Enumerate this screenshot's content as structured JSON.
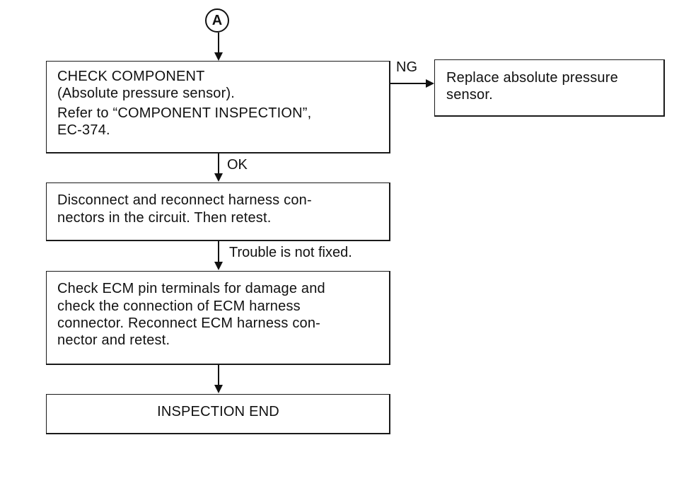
{
  "connector_label": "A",
  "box1": {
    "line1": "CHECK COMPONENT",
    "line2": "(Absolute pressure sensor).",
    "line3": "Refer to “COMPONENT INSPECTION”,",
    "line4": "EC-374."
  },
  "box_ng": {
    "line1": "Replace absolute pressure",
    "line2": "sensor."
  },
  "box2": {
    "line1": "Disconnect and reconnect harness con-",
    "line2": "nectors in the circuit. Then retest."
  },
  "box3": {
    "line1": "Check ECM pin terminals for damage and",
    "line2": "check the connection of ECM harness",
    "line3": "connector. Reconnect ECM harness con-",
    "line4": "nector and retest."
  },
  "box4": {
    "line1": "INSPECTION END"
  },
  "labels": {
    "ng": "NG",
    "ok": "OK",
    "not_fixed": "Trouble is not fixed."
  }
}
